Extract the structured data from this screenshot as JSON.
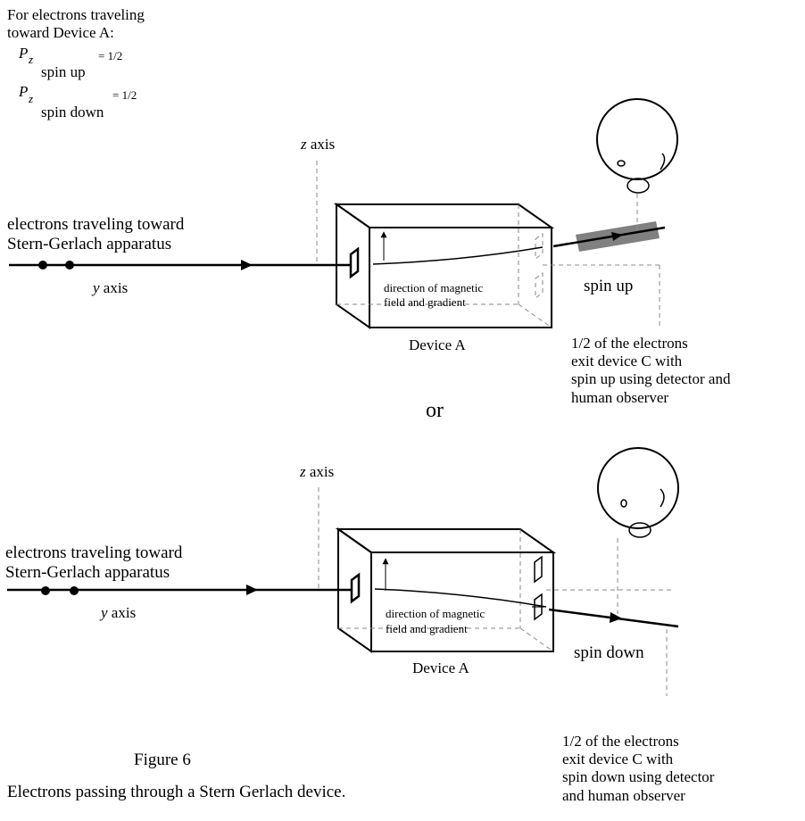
{
  "header": {
    "line1": "For electrons traveling",
    "line2": "toward Device A:",
    "p_symbol": "P",
    "p_sub": "z",
    "up_label": "spin up",
    "up_value": "= 1/2",
    "down_label": "spin down",
    "down_value": "= 1/2"
  },
  "panel_top": {
    "z_axis_var": "z",
    "z_axis_word": "axis",
    "incoming_line1": "electrons traveling toward",
    "incoming_line2": "Stern-Gerlach apparatus",
    "y_axis_var": "y",
    "y_axis_word": "axis",
    "field_line1": "direction of magnetic",
    "field_line2": "field and gradient",
    "device_label": "Device A",
    "outcome_label": "spin up",
    "result_lines": [
      "1/2 of the electrons",
      "exit device C with",
      "spin up using detector and",
      "human observer"
    ]
  },
  "separator": "or",
  "panel_bottom": {
    "z_axis_var": "z",
    "z_axis_word": "axis",
    "incoming_line1": "electrons traveling toward",
    "incoming_line2": "Stern-Gerlach apparatus",
    "y_axis_var": "y",
    "y_axis_word": "axis",
    "field_line1": "direction of magnetic",
    "field_line2": "field and gradient",
    "device_label": "Device A",
    "outcome_label": "spin down",
    "result_lines": [
      "1/2 of the electrons",
      "exit device C with",
      "spin down using detector",
      "and human observer"
    ]
  },
  "caption": {
    "figure": "Figure 6",
    "text": "Electrons passing through a Stern Gerlach device."
  }
}
